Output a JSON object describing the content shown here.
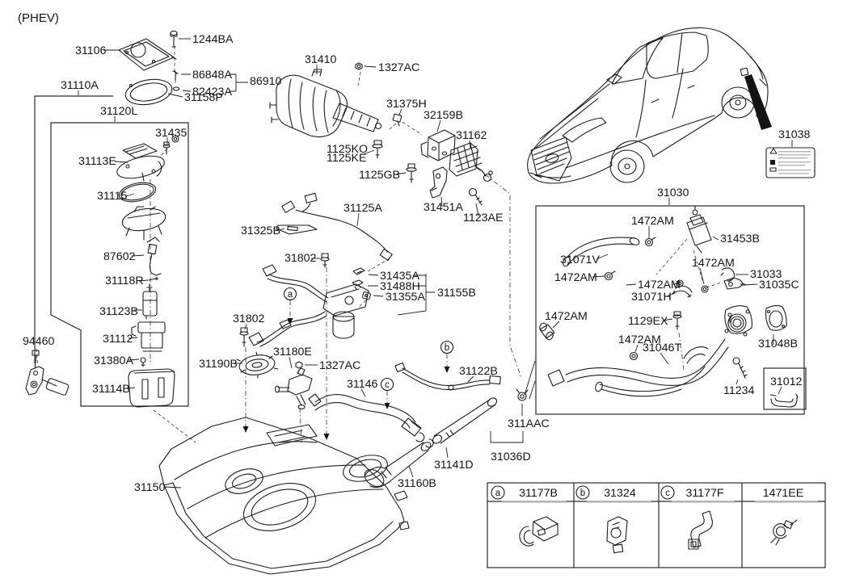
{
  "variant": {
    "label": "(PHEV)"
  },
  "callouts": {
    "c31106": "31106",
    "c1244BA": "1244BA",
    "c86848A": "86848A",
    "c82423A": "82423A",
    "c86910": "86910",
    "c31158P": "31158P",
    "c31110A": "31110A",
    "c31120L": "31120L",
    "c31435": "31435",
    "c31113E": "31113E",
    "c31115": "31115",
    "c87602": "87602",
    "c31118R": "31118R",
    "c31123B": "31123B",
    "c31112": "31112",
    "c31380A": "31380A",
    "c31114B": "31114B",
    "c94460": "94460",
    "c31190B": "31190B",
    "c31410": "31410",
    "c1327AC_top": "1327AC",
    "c31375H": "31375H",
    "c32159B": "32159B",
    "c31162": "31162",
    "c1125KO": "1125KO",
    "c1125KE": "1125KE",
    "c1125GB": "1125GB",
    "c31451A": "31451A",
    "c1123AE": "1123AE",
    "c31125A": "31125A",
    "c31325B": "31325B",
    "c31802_upper": "31802",
    "c31435A": "31435A",
    "c31488H": "31488H",
    "c31355A": "31355A",
    "c31155B": "31155B",
    "c31802_lower": "31802",
    "c31180E": "31180E",
    "c1327AC_lower": "1327AC",
    "c31146": "31146",
    "c31122B": "31122B",
    "c31150": "31150",
    "c31141D": "31141D",
    "c31160B": "31160B",
    "c311AAC": "311AAC",
    "c31036D": "31036D",
    "c31030": "31030",
    "c1472AM_1": "1472AM",
    "c31453B": "31453B",
    "c31071V": "31071V",
    "c1472AM_2": "1472AM",
    "c1472AM_3": "1472AM",
    "c31033": "31033",
    "c1472AM_4": "1472AM",
    "c31035C": "31035C",
    "c31071H": "31071H",
    "c1472AM_5": "1472AM",
    "c1129EX": "1129EX",
    "c1472AM_6": "1472AM",
    "c31046T": "31046T",
    "c31048B": "31048B",
    "c11234": "11234",
    "c31012": "31012",
    "c31038": "31038"
  },
  "markers": {
    "a": "a",
    "b": "b",
    "c": "c"
  },
  "legend": {
    "items": [
      {
        "marker": "a",
        "part": "31177B"
      },
      {
        "marker": "b",
        "part": "31324"
      },
      {
        "marker": "c",
        "part": "31177F"
      },
      {
        "marker": "",
        "part": "1471EE"
      }
    ]
  }
}
